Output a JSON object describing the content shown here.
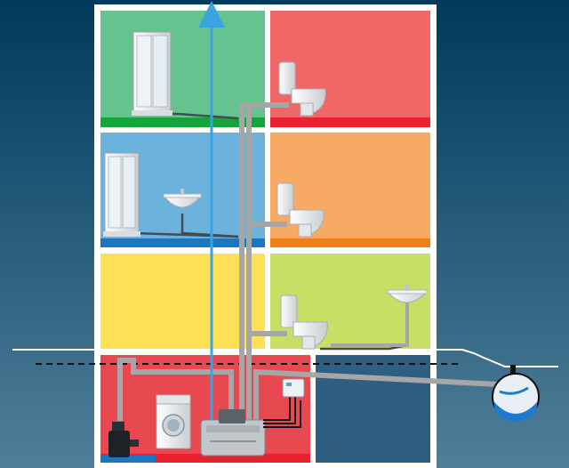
{
  "scene": {
    "kind": "building-plumbing-cross-section",
    "floors": 4,
    "ground_line_style": "solid-white",
    "water_table_style": "dashed-black"
  },
  "colors": {
    "background_top": "#003a5c",
    "background_bottom": "#4f7f9a",
    "frame": "#ffffff",
    "room_top_left": "#66c28f",
    "room_top_right": "#f06767",
    "room_mid_left": "#6bb2dc",
    "room_mid_right": "#f7aa63",
    "room_low_left": "#fde055",
    "room_low_right": "#c8df66",
    "room_basement_left": "#e8484f",
    "room_basement_right": "#2e5f80",
    "floor_strip_green": "#14a63c",
    "floor_strip_red": "#e8232e",
    "floor_strip_blue": "#1a78c2",
    "floor_strip_orange": "#f07f1a",
    "pipe_gray": "#a6a6a6",
    "vent_blue": "#3aa3e0",
    "sewer_blue": "#1a7bd1"
  },
  "icons": [
    "shower-cabin-icon",
    "toilet-icon",
    "washbasin-icon",
    "washing-machine-icon",
    "submersible-pump-icon",
    "lifting-station-icon",
    "control-box-icon",
    "sewer-pipe-icon",
    "vent-arrow-icon"
  ]
}
